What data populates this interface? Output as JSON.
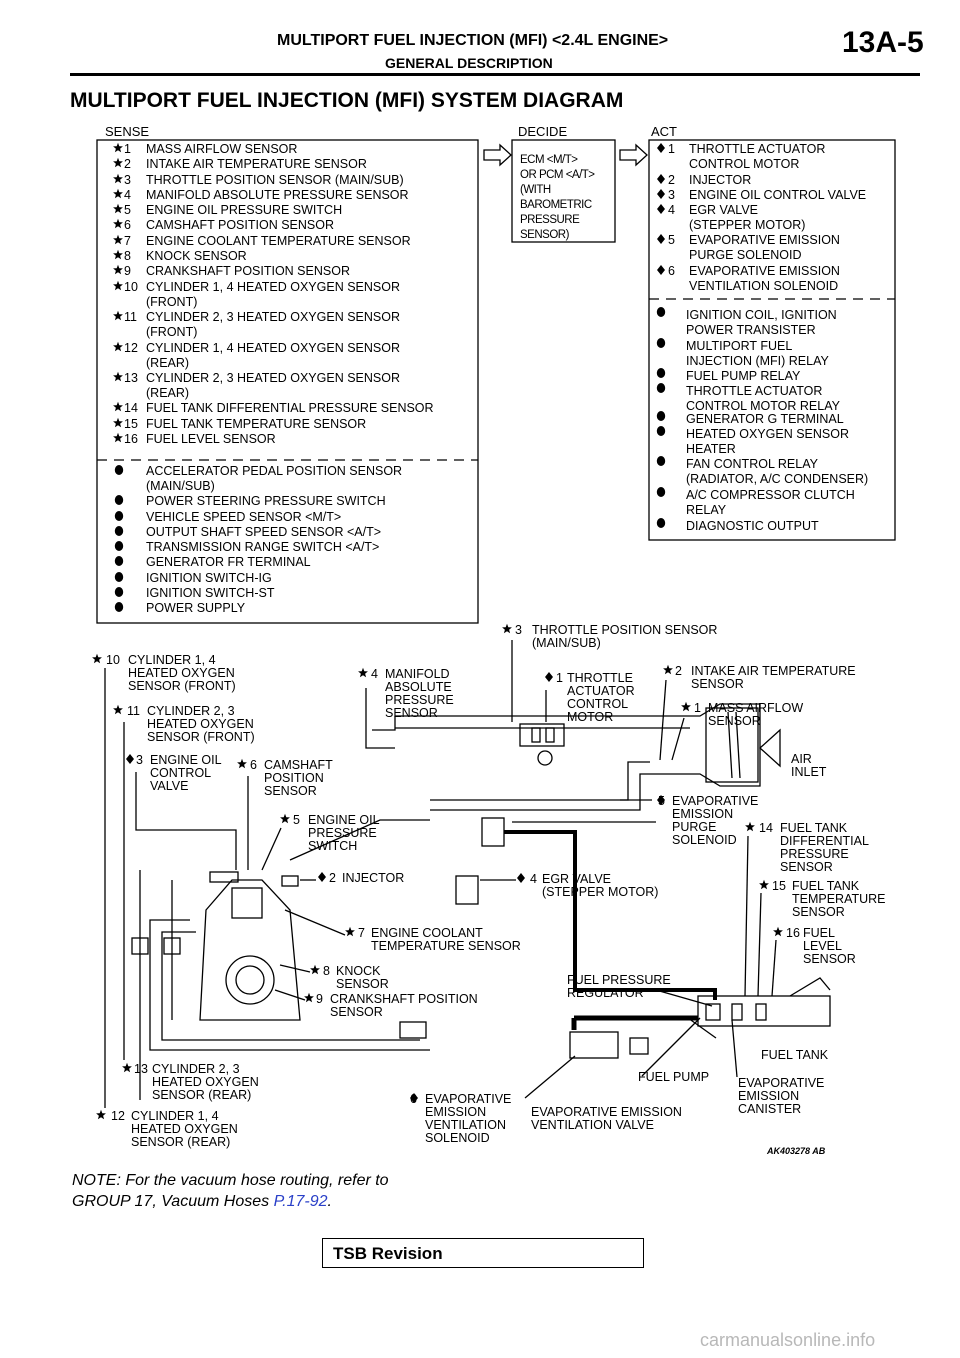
{
  "header": {
    "title": "MULTIPORT FUEL INJECTION (MFI) <2.4L ENGINE>",
    "subtitle": "GENERAL DESCRIPTION",
    "page": "13A-5"
  },
  "section_title": "MULTIPORT FUEL INJECTION (MFI) SYSTEM DIAGRAM",
  "block": {
    "sense_label": "SENSE",
    "decide_label": "DECIDE",
    "act_label": "ACT",
    "ecm": [
      "ECM <M/T>",
      "OR PCM <A/T>",
      "(WITH",
      "BAROMETRIC",
      "PRESSURE",
      "SENSOR)"
    ],
    "sense_star": [
      [
        "1",
        "MASS AIRFLOW SENSOR"
      ],
      [
        "2",
        "INTAKE AIR TEMPERATURE SENSOR"
      ],
      [
        "3",
        "THROTTLE POSITION SENSOR (MAIN/SUB)"
      ],
      [
        "4",
        "MANIFOLD ABSOLUTE PRESSURE SENSOR"
      ],
      [
        "5",
        "ENGINE OIL PRESSURE SWITCH"
      ],
      [
        "6",
        "CAMSHAFT POSITION SENSOR"
      ],
      [
        "7",
        "ENGINE COOLANT TEMPERATURE SENSOR"
      ],
      [
        "8",
        "KNOCK SENSOR"
      ],
      [
        "9",
        "CRANKSHAFT POSITION SENSOR"
      ],
      [
        "10",
        "CYLINDER 1, 4 HEATED OXYGEN SENSOR",
        "(FRONT)"
      ],
      [
        "11",
        "CYLINDER 2, 3 HEATED OXYGEN SENSOR",
        "(FRONT)"
      ],
      [
        "12",
        "CYLINDER 1, 4 HEATED OXYGEN SENSOR",
        "(REAR)"
      ],
      [
        "13",
        "CYLINDER 2, 3 HEATED OXYGEN SENSOR",
        "(REAR)"
      ],
      [
        "14",
        "FUEL TANK DIFFERENTIAL PRESSURE SENSOR"
      ],
      [
        "15",
        "FUEL TANK TEMPERATURE SENSOR"
      ],
      [
        "16",
        "FUEL LEVEL SENSOR"
      ]
    ],
    "sense_dot": [
      [
        "ACCELERATOR PEDAL POSITION SENSOR",
        "(MAIN/SUB)"
      ],
      [
        "POWER STEERING PRESSURE SWITCH"
      ],
      [
        "VEHICLE SPEED SENSOR <M/T>"
      ],
      [
        "OUTPUT SHAFT SPEED SENSOR <A/T>"
      ],
      [
        "TRANSMISSION RANGE SWITCH <A/T>"
      ],
      [
        "GENERATOR FR TERMINAL"
      ],
      [
        "IGNITION SWITCH-IG"
      ],
      [
        "IGNITION SWITCH-ST"
      ],
      [
        "POWER SUPPLY"
      ]
    ],
    "act_diamond": [
      [
        "1",
        "THROTTLE ACTUATOR",
        "CONTROL MOTOR"
      ],
      [
        "2",
        "INJECTOR"
      ],
      [
        "3",
        "ENGINE OIL CONTROL VALVE"
      ],
      [
        "4",
        "EGR  VALVE",
        "(STEPPER MOTOR)"
      ],
      [
        "5",
        "EVAPORATIVE EMISSION",
        "PURGE SOLENOID"
      ],
      [
        "6",
        "EVAPORATIVE EMISSION",
        "VENTILATION SOLENOID"
      ]
    ],
    "act_dot": [
      [
        "IGNITION COIL, IGNITION",
        "POWER TRANSISTER"
      ],
      [
        "MULTIPORT FUEL",
        "INJECTION (MFI) RELAY"
      ],
      [
        "FUEL PUMP RELAY"
      ],
      [
        "THROTTLE ACTUATOR",
        "CONTROL MOTOR RELAY"
      ],
      [
        "GENERATOR G TERMINAL"
      ],
      [
        "HEATED OXYGEN SENSOR",
        "HEATER"
      ],
      [
        "FAN CONTROL RELAY",
        "(RADIATOR, A/C CONDENSER)"
      ],
      [
        "A/C COMPRESSOR CLUTCH",
        "RELAY"
      ],
      [
        "DIAGNOSTIC OUTPUT"
      ]
    ]
  },
  "labels": {
    "l10": [
      "10",
      "CYLINDER 1, 4",
      "HEATED OXYGEN",
      "SENSOR (FRONT)"
    ],
    "l11": [
      "11",
      "CYLINDER 2, 3",
      "HEATED OXYGEN",
      "SENSOR (FRONT)"
    ],
    "l3d": [
      "3",
      "ENGINE OIL",
      "CONTROL",
      "VALVE"
    ],
    "l6": [
      "6",
      "CAMSHAFT",
      "POSITION",
      "SENSOR"
    ],
    "l5": [
      "5",
      "ENGINE OIL",
      "PRESSURE",
      "SWITCH"
    ],
    "l2d": [
      "2",
      "INJECTOR"
    ],
    "l4": [
      "4",
      "MANIFOLD",
      "ABSOLUTE",
      "PRESSURE",
      "SENSOR"
    ],
    "l3": [
      "3",
      "THROTTLE POSITION SENSOR",
      "(MAIN/SUB)"
    ],
    "l1d": [
      "1",
      "THROTTLE",
      "ACTUATOR",
      "CONTROL",
      "MOTOR"
    ],
    "l2": [
      "2",
      "INTAKE AIR TEMPERATURE",
      "SENSOR"
    ],
    "l1": [
      "1",
      "MASS AIRFLOW",
      "SENSOR"
    ],
    "air": [
      "AIR",
      "INLET"
    ],
    "l5d": [
      "5",
      "EVAPORATIVE",
      "EMISSION",
      "PURGE",
      "SOLENOID"
    ],
    "l14": [
      "14",
      "FUEL TANK",
      "DIFFERENTIAL",
      "PRESSURE",
      "SENSOR"
    ],
    "l4d": [
      "4",
      "EGR VALVE",
      "(STEPPER MOTOR)"
    ],
    "l15": [
      "15",
      "FUEL TANK",
      "TEMPERATURE",
      "SENSOR"
    ],
    "l16": [
      "16",
      "FUEL",
      "LEVEL",
      "SENSOR"
    ],
    "l7": [
      "7",
      "ENGINE COOLANT",
      "TEMPERATURE SENSOR"
    ],
    "l8": [
      "8",
      "KNOCK",
      "SENSOR"
    ],
    "l9": [
      "9",
      "CRANKSHAFT POSITION",
      "SENSOR"
    ],
    "fpr": [
      "FUEL PRESSURE",
      "REGULATOR"
    ],
    "ftank": "FUEL TANK",
    "fpump": "FUEL PUMP",
    "canister": [
      "EVAPORATIVE",
      "EMISSION",
      "CANISTER"
    ],
    "l13": [
      "13",
      "CYLINDER 2, 3",
      "HEATED OXYGEN",
      "SENSOR (REAR)"
    ],
    "l12": [
      "12",
      "CYLINDER 1, 4",
      "HEATED OXYGEN",
      "SENSOR (REAR)"
    ],
    "l6d": [
      "6",
      "EVAPORATIVE",
      "EMISSION",
      "VENTILATION",
      "SOLENOID"
    ],
    "vvalve": [
      "EVAPORATIVE EMISSION",
      "VENTILATION VALVE"
    ],
    "code": "AK403278 AB"
  },
  "note": {
    "line1": "NOTE: For the vacuum hose routing, refer to",
    "line2": "GROUP 17, Vacuum Hoses ",
    "link": "P.17-92",
    "end": "."
  },
  "tsb": "TSB Revision",
  "watermark": "carmanualsonline.info"
}
